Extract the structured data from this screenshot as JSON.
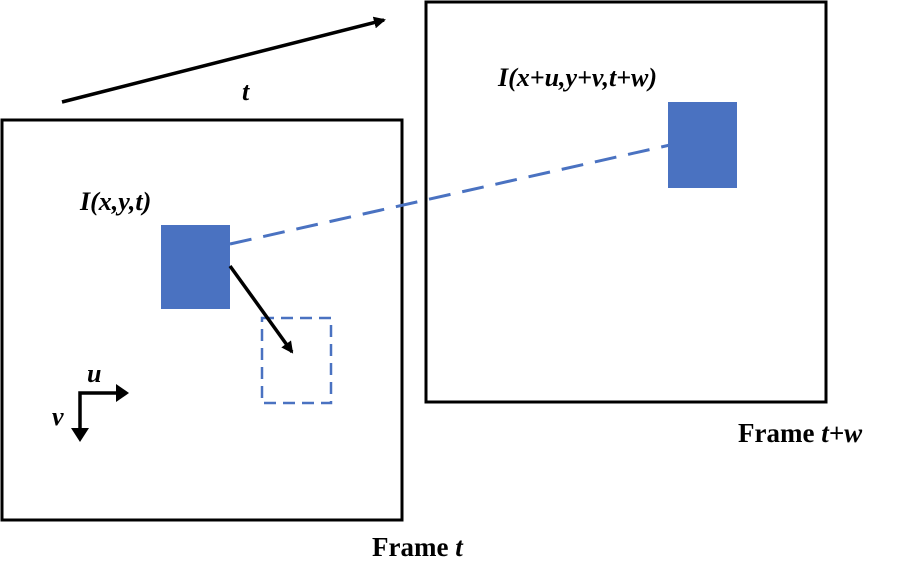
{
  "colors": {
    "patch": "#4a72c1",
    "dashed": "#4a72c1",
    "frame_border": "#000000",
    "arrow": "#000000"
  },
  "labels": {
    "time_arrow": "t",
    "patch_t": "I(x,y,t)",
    "patch_tw": "I(x+u,y+v,t+w)",
    "axis_u": "u",
    "axis_v": "v",
    "frame_t": "Frame t",
    "frame_tw": "Frame t+w"
  },
  "frames": [
    {
      "id": "frame-t",
      "caption": "Frame t"
    },
    {
      "id": "frame-tw",
      "caption": "Frame t+w"
    }
  ]
}
